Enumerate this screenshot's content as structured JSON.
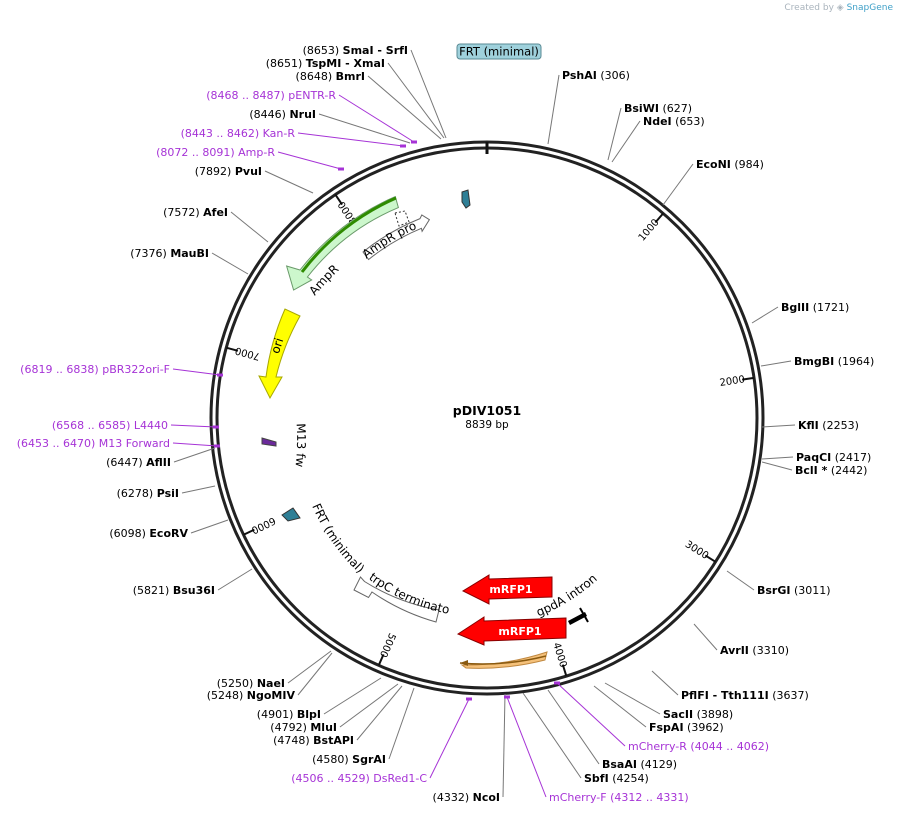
{
  "credit": {
    "prefix": "Created by",
    "brand": "SnapGene"
  },
  "plasmid": {
    "name": "pDIV1051",
    "length_label": "8839 bp"
  },
  "ticks": [
    {
      "label": "1000"
    },
    {
      "label": "2000"
    },
    {
      "label": "3000"
    },
    {
      "label": "4000"
    },
    {
      "label": "5000"
    },
    {
      "label": "6000"
    },
    {
      "label": "7000"
    },
    {
      "label": "8000"
    }
  ],
  "sites": [
    {
      "pos": "(8653)",
      "name": "SmaI",
      "extra": "- SrfI",
      "kind": "enzyme"
    },
    {
      "pos": "(8651)",
      "name": "TspMI",
      "extra": "- XmaI",
      "kind": "enzyme"
    },
    {
      "pos": "(8648)",
      "name": "BmrI",
      "extra": "",
      "kind": "enzyme"
    },
    {
      "pos": "(8468 .. 8487)",
      "name": "pENTR-R",
      "extra": "",
      "kind": "primer"
    },
    {
      "pos": "(8446)",
      "name": "NruI",
      "extra": "",
      "kind": "enzyme"
    },
    {
      "pos": "(8443 .. 8462)",
      "name": "Kan-R",
      "extra": "",
      "kind": "primer"
    },
    {
      "pos": "(8072 .. 8091)",
      "name": "Amp-R",
      "extra": "",
      "kind": "primer"
    },
    {
      "pos": "(7892)",
      "name": "PvuI",
      "extra": "",
      "kind": "enzyme"
    },
    {
      "pos": "(7572)",
      "name": "AfeI",
      "extra": "",
      "kind": "enzyme"
    },
    {
      "pos": "(7376)",
      "name": "MauBI",
      "extra": "",
      "kind": "enzyme"
    },
    {
      "pos": "(6819 .. 6838)",
      "name": "pBR322ori-F",
      "extra": "",
      "kind": "primer"
    },
    {
      "pos": "(6568 .. 6585)",
      "name": "L4440",
      "extra": "",
      "kind": "primer"
    },
    {
      "pos": "(6453 .. 6470)",
      "name": "M13 Forward",
      "extra": "",
      "kind": "primer"
    },
    {
      "pos": "(6447)",
      "name": "AflII",
      "extra": "",
      "kind": "enzyme"
    },
    {
      "pos": "(6278)",
      "name": "PsiI",
      "extra": "",
      "kind": "enzyme"
    },
    {
      "pos": "(6098)",
      "name": "EcoRV",
      "extra": "",
      "kind": "enzyme"
    },
    {
      "pos": "(5821)",
      "name": "Bsu36I",
      "extra": "",
      "kind": "enzyme"
    },
    {
      "pos": "(5250)",
      "name": "NaeI",
      "extra": "",
      "kind": "enzyme"
    },
    {
      "pos": "(5248)",
      "name": "NgoMIV",
      "extra": "",
      "kind": "enzyme"
    },
    {
      "pos": "(4901)",
      "name": "BlpI",
      "extra": "",
      "kind": "enzyme"
    },
    {
      "pos": "(4792)",
      "name": "MluI",
      "extra": "",
      "kind": "enzyme"
    },
    {
      "pos": "(4748)",
      "name": "BstAPI",
      "extra": "",
      "kind": "enzyme"
    },
    {
      "pos": "(4580)",
      "name": "SgrAI",
      "extra": "",
      "kind": "enzyme"
    },
    {
      "pos": "(4506 .. 4529)",
      "name": "DsRed1-C",
      "extra": "",
      "kind": "primer"
    },
    {
      "pos": "(4332)",
      "name": "NcoI",
      "extra": "",
      "kind": "enzyme"
    },
    {
      "pos": "(306)",
      "name": "PshAI",
      "extra": "",
      "kind": "enzyme"
    },
    {
      "pos": "(627)",
      "name": "BsiWI",
      "extra": "",
      "kind": "enzyme"
    },
    {
      "pos": "(653)",
      "name": "NdeI",
      "extra": "",
      "kind": "enzyme"
    },
    {
      "pos": "(984)",
      "name": "EcoNI",
      "extra": "",
      "kind": "enzyme"
    },
    {
      "pos": "(1721)",
      "name": "BglII",
      "extra": "",
      "kind": "enzyme"
    },
    {
      "pos": "(1964)",
      "name": "BmgBI",
      "extra": "",
      "kind": "enzyme"
    },
    {
      "pos": "(2253)",
      "name": "KflI",
      "extra": "",
      "kind": "enzyme"
    },
    {
      "pos": "(2417)",
      "name": "PaqCI",
      "extra": "",
      "kind": "enzyme"
    },
    {
      "pos": "(2442)",
      "name": "BclI *",
      "extra": "",
      "kind": "enzyme"
    },
    {
      "pos": "(3011)",
      "name": "BsrGI",
      "extra": "",
      "kind": "enzyme"
    },
    {
      "pos": "(3310)",
      "name": "AvrII",
      "extra": "",
      "kind": "enzyme"
    },
    {
      "pos": "(3637)",
      "name": "PflFI",
      "extra": "- Tth111I",
      "kind": "enzyme"
    },
    {
      "pos": "(3898)",
      "name": "SacII",
      "extra": "",
      "kind": "enzyme"
    },
    {
      "pos": "(3962)",
      "name": "FspAI",
      "extra": "",
      "kind": "enzyme"
    },
    {
      "pos": "(4044 .. 4062)",
      "name": "mCherry-R",
      "extra": "",
      "kind": "primer"
    },
    {
      "pos": "(4129)",
      "name": "BsaAI",
      "extra": "",
      "kind": "enzyme"
    },
    {
      "pos": "(4254)",
      "name": "SbfI",
      "extra": "",
      "kind": "enzyme"
    },
    {
      "pos": "(4312 .. 4331)",
      "name": "mCherry-F",
      "extra": "",
      "kind": "primer"
    }
  ],
  "features": {
    "frt_top": "FRT (minimal)",
    "frt_lower": "FRT (minimal)",
    "ampr_promoter": "AmpR promoter",
    "ampr": "AmpR",
    "ori": "ori",
    "m13_fwd": "M13 fwd",
    "trpc_terminator": "trpC terminator",
    "gpda_intron": "gpdA intron",
    "mrfp1_a": "mRFP1",
    "mrfp1_b": "mRFP1"
  },
  "colors": {
    "backbone": "#222222",
    "enzyme_text": "#000000",
    "primer": "#a633d6",
    "feature_green": "#ccf7cc",
    "ori_yellow": "#ffff00",
    "mrfp_red": "#ff0000",
    "frt_teal": "#2f7f96",
    "frt_label_bg": "#9fd1dc",
    "orange_primer": "#f5c17a"
  }
}
